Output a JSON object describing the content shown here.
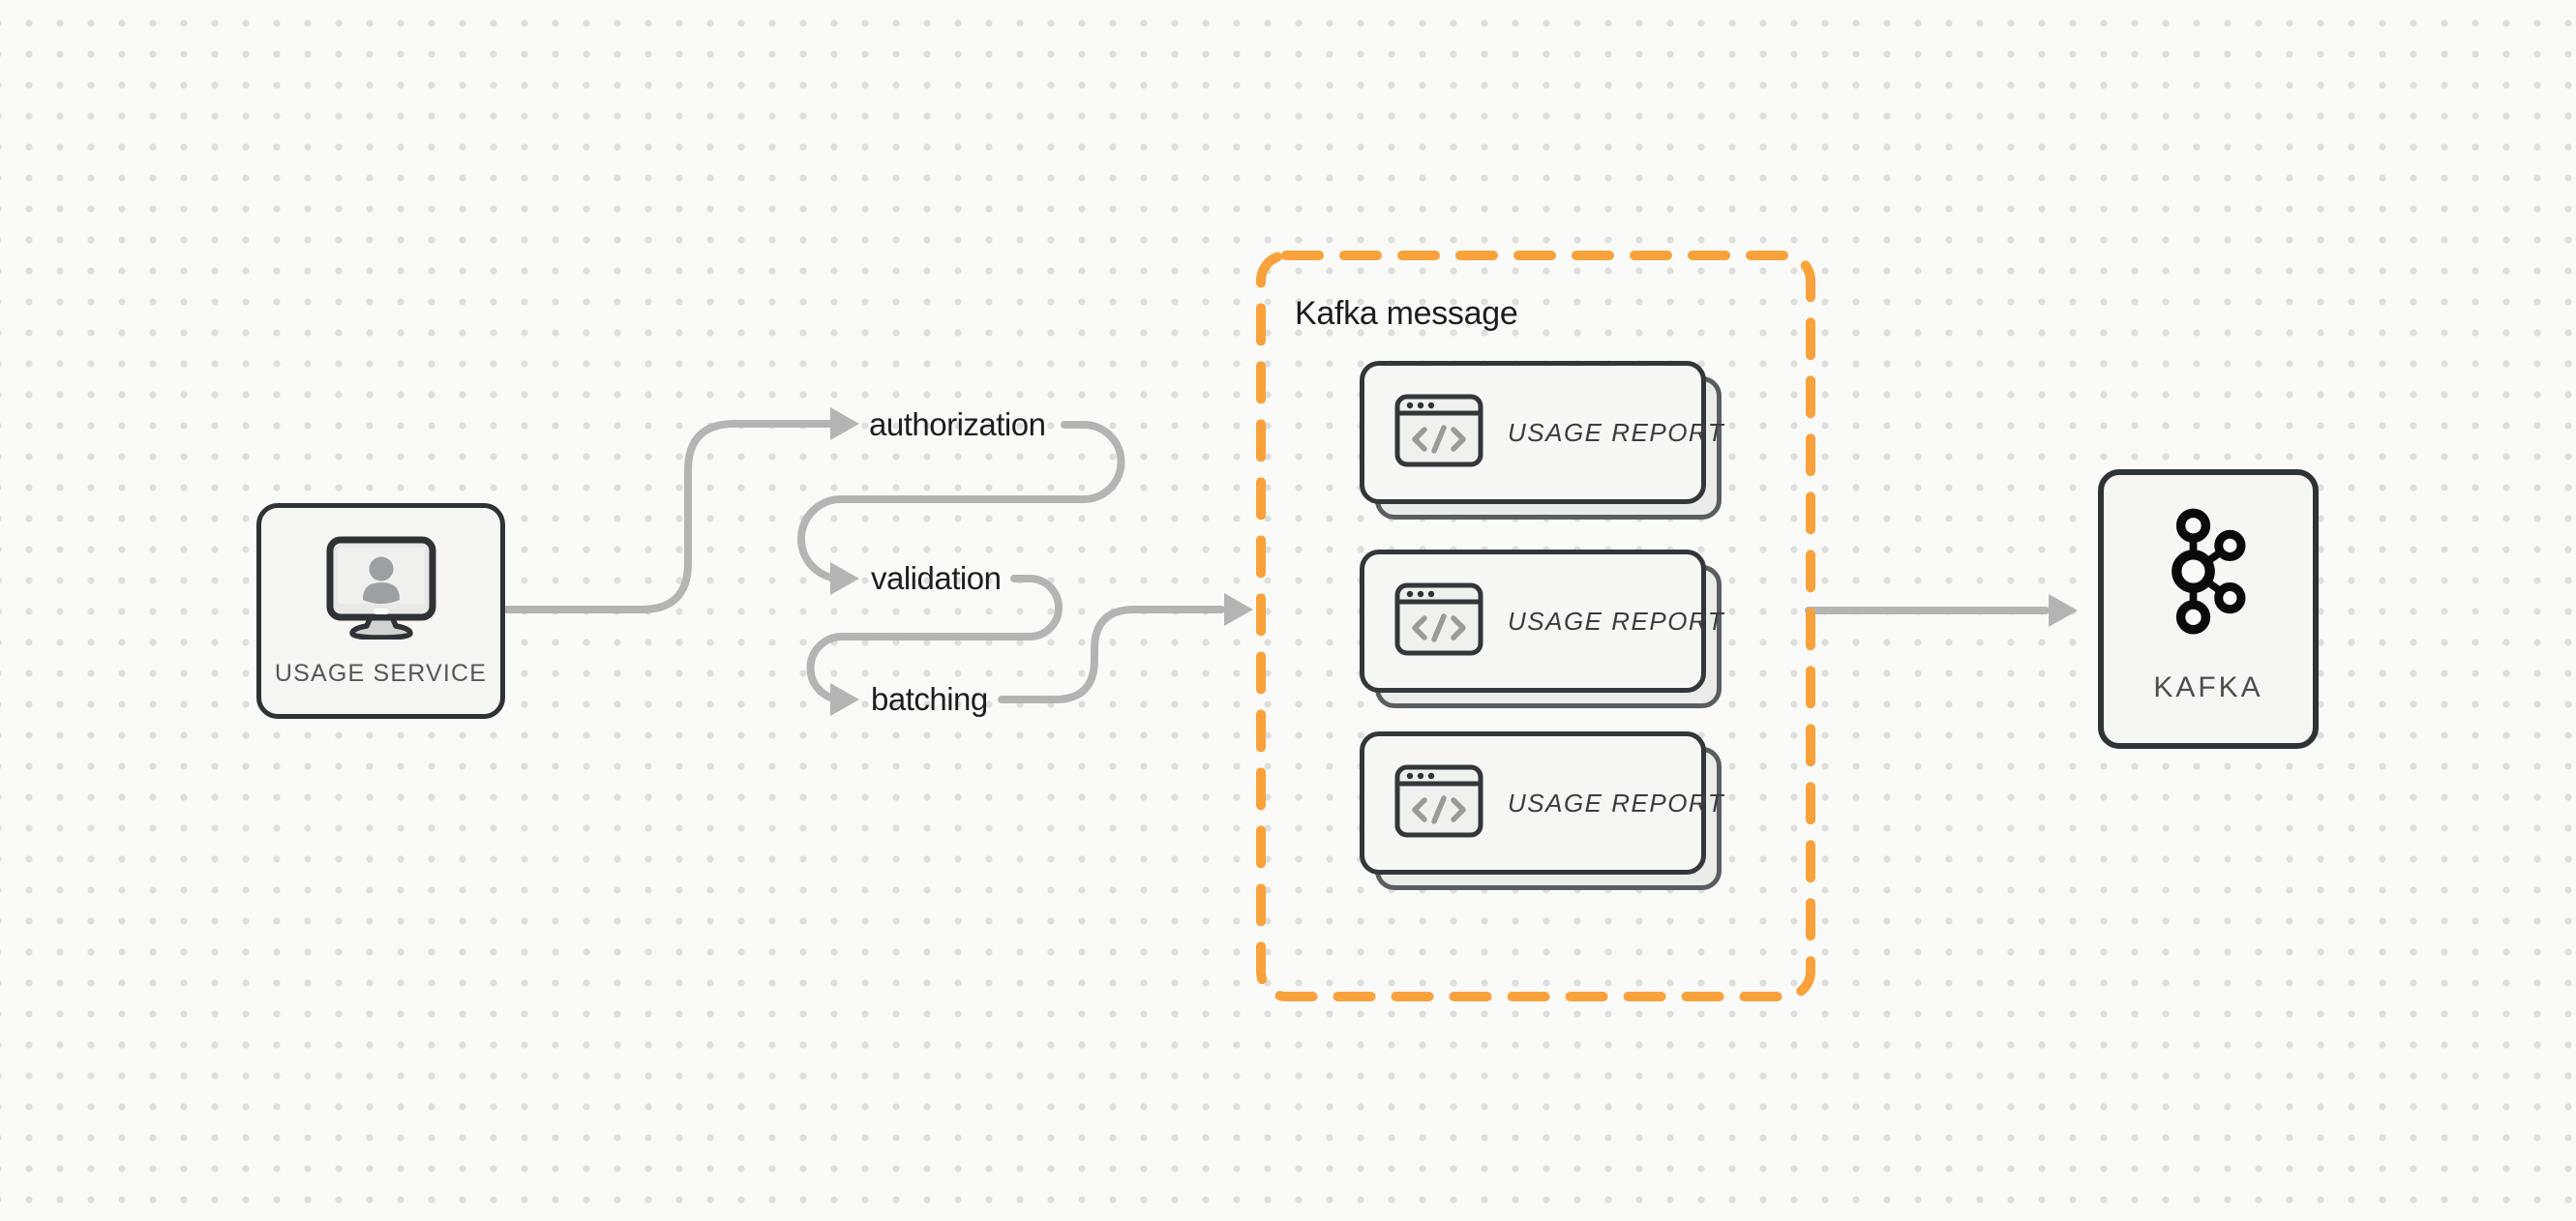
{
  "diagram": {
    "title": "Usage reporting flow to Kafka",
    "colors": {
      "background": "#FAFAF9",
      "dot_grid": "#DEDEDC",
      "accent_orange": "#F9A13A",
      "connector_gray": "#B4B4B4",
      "node_border": "#2F3336",
      "node_fill": "#F6F6F4",
      "label_dark": "#1C1E20"
    },
    "usage_service": {
      "label": "USAGE SERVICE",
      "icon": "monitor-user-icon"
    },
    "flow_steps": [
      {
        "label": "authorization"
      },
      {
        "label": "validation"
      },
      {
        "label": "batching"
      }
    ],
    "kafka_message": {
      "title": "Kafka message",
      "cards": [
        {
          "label": "USAGE REPORT",
          "icon": "code-window-icon"
        },
        {
          "label": "USAGE REPORT",
          "icon": "code-window-icon"
        },
        {
          "label": "USAGE REPORT",
          "icon": "code-window-icon"
        }
      ]
    },
    "kafka": {
      "label": "KAFKA",
      "icon": "kafka-logo-icon"
    }
  }
}
